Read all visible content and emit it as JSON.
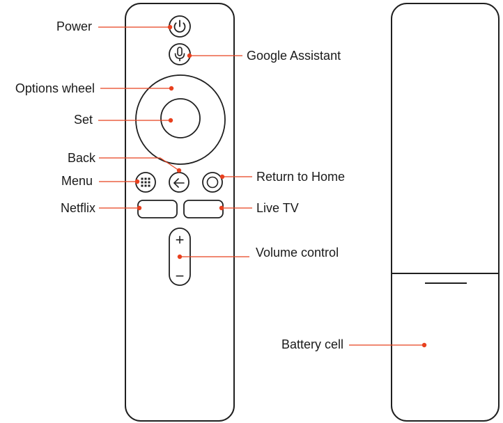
{
  "colors": {
    "accent": "#e8401e",
    "outline": "#1f1f1f",
    "text": "#1a1a1a",
    "background": "#ffffff"
  },
  "labels": {
    "power": "Power",
    "google_assistant": "Google Assistant",
    "options_wheel": "Options wheel",
    "set": "Set",
    "back": "Back",
    "return_home": "Return to Home",
    "menu": "Menu",
    "netflix": "Netflix",
    "live_tv": "Live TV",
    "volume_control": "Volume control",
    "battery_cell": "Battery cell"
  },
  "icons": {
    "power": "power-icon",
    "microphone": "microphone-icon",
    "back": "back-arrow-icon",
    "home": "home-circle-icon",
    "menu": "grid-menu-icon",
    "volume_up": "plus-icon",
    "volume_down": "minus-icon"
  },
  "symbols": {
    "plus": "+",
    "minus": "−"
  }
}
